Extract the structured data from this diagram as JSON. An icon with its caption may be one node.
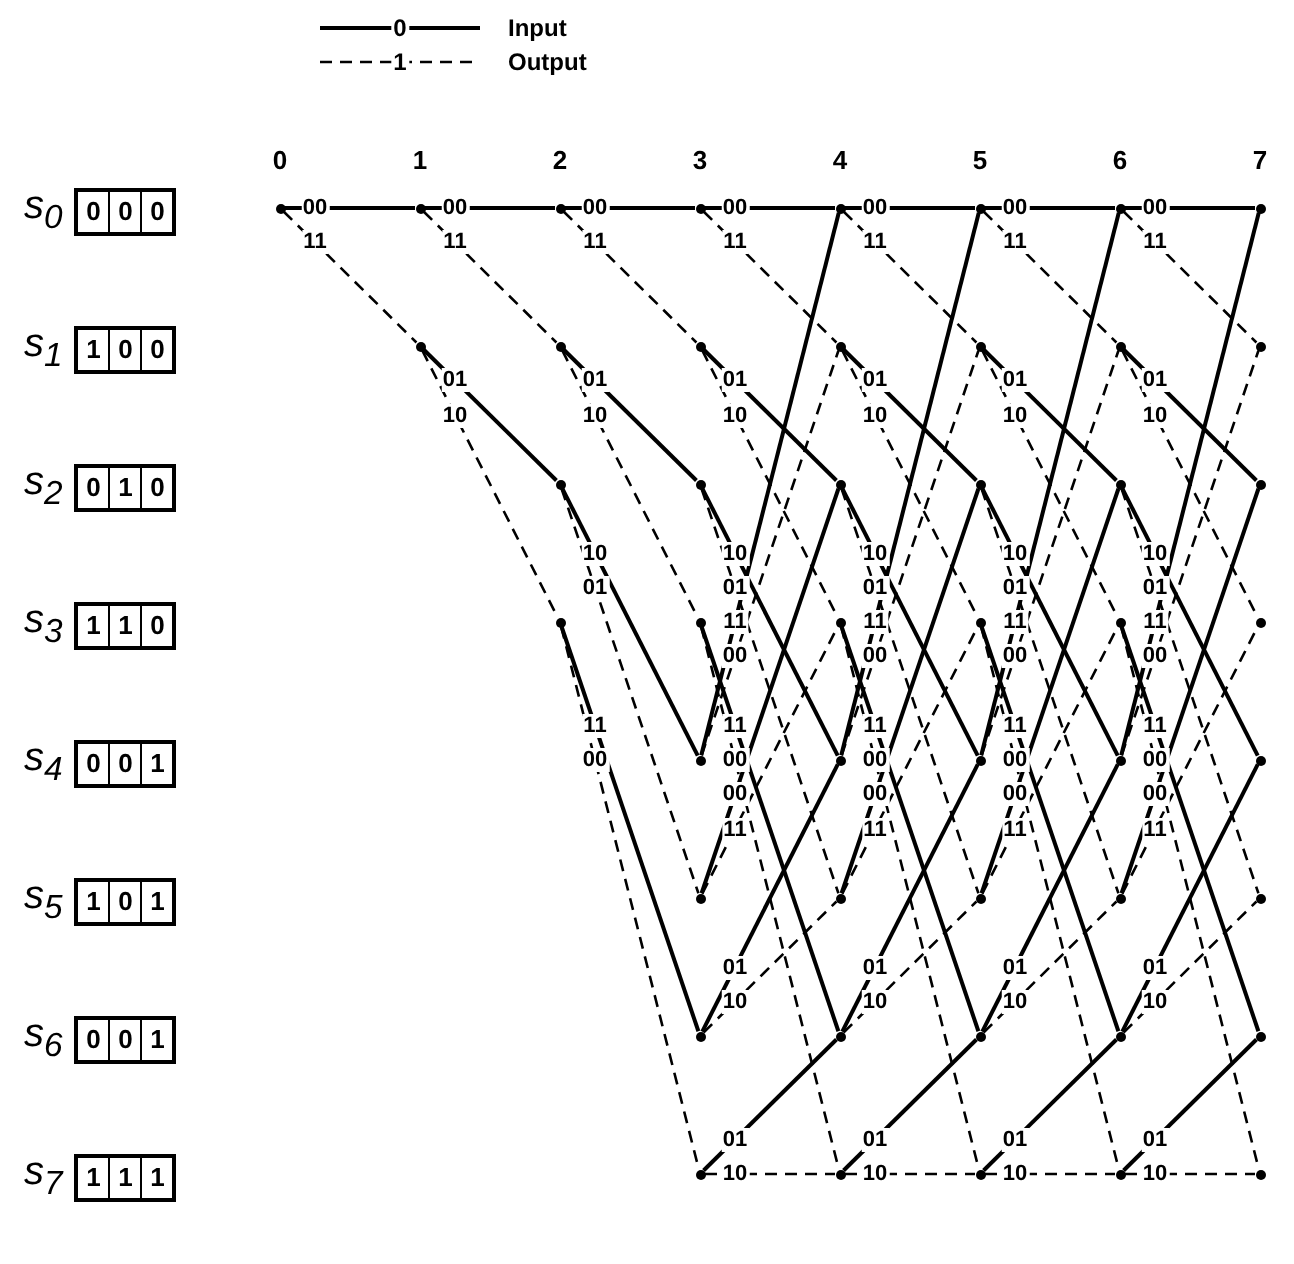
{
  "diagram": {
    "nodes": [
      {
        "text": [
          "s$_{0}$",
          "0",
          "0",
          "0"
        ]
      },
      {
        "text": [
          "s$_{1}$",
          "1",
          "0",
          "0"
        ]
      },
      {
        "text": [
          "s$_{2}$",
          "0",
          "1",
          "0"
        ]
      },
      {
        "text": [
          "s$_{3}$",
          "1",
          "1",
          "0"
        ]
      },
      {
        "text": [
          "s$_{4}$",
          "0",
          "0",
          "1"
        ]
      },
      {
        "text": [
          "s$_{5}$",
          "1",
          "0",
          "1"
        ]
      },
      {
        "text": [
          "s$_{6}$",
          "0",
          "0",
          "1"
        ]
      },
      {
        "text": [
          "s$_{7}$",
          "1",
          "1",
          "1"
        ]
      },
      {
        "text": [],
        "shape": "point"
      },
      {
        "text": [],
        "shape": "point"
      },
      {
        "text": [],
        "shape": "point"
      },
      {
        "text": [],
        "shape": "point"
      },
      {
        "text": [],
        "shape": "point"
      },
      {
        "text": [],
        "shape": "point"
      },
      {
        "text": [],
        "shape": "point"
      },
      {
        "text": [],
        "shape": "point"
      },
      {
        "text": [],
        "shape": "point"
      },
      {
        "text": [],
        "shape": "point"
      },
      {
        "text": [],
        "shape": "point"
      },
      {
        "text": [],
        "shape": "point"
      },
      {
        "text": [],
        "shape": "point"
      },
      {
        "text": [],
        "shape": "point"
      },
      {
        "text": [],
        "shape": "point"
      },
      {
        "text": [],
        "shape": "point"
      },
      {
        "text": [],
        "shape": "point"
      },
      {
        "text": [],
        "shape": "point"
      },
      {
        "text": [],
        "shape": "point"
      },
      {
        "text": [],
        "shape": "point"
      },
      {
        "text": [],
        "shape": "point"
      },
      {
        "text": [],
        "shape": "point"
      },
      {
        "text": [],
        "shape": "point"
      },
      {
        "text": [],
        "shape": "point"
      },
      {
        "text": [],
        "shape": "point"
      },
      {
        "text": [],
        "shape": "point"
      },
      {
        "text": [],
        "shape": "point"
      },
      {
        "text": [],
        "shape": "point"
      },
      {
        "text": [],
        "shape": "point"
      },
      {
        "text": [],
        "shape": "point"
      },
      {
        "text": [],
        "shape": "point"
      },
      {
        "text": [],
        "shape": "point"
      },
      {
        "text": [],
        "shape": "point"
      },
      {
        "text": [],
        "shape": "point"
      },
      {
        "text": [],
        "shape": "point"
      },
      {
        "text": [],
        "shape": "point"
      },
      {
        "text": [],
        "shape": "point"
      },
      {
        "text": [],
        "shape": "point"
      },
      {
        "text": [],
        "shape": "point"
      },
      {
        "text": [],
        "shape": "point"
      },
      {
        "text": [],
        "shape": "point"
      },
      {
        "text": [],
        "shape": "point"
      },
      {
        "text": [],
        "shape": "point"
      },
      {
        "text": [],
        "shape": "point"
      },
      {
        "text": [],
        "shape": "point"
      },
      {
        "text": [],
        "shape": "point"
      },
      {
        "text": [],
        "shape": "point"
      }
    ],
    "edges": [
      {
        "from": 8,
        "to": 9,
        "arrow": "none",
        "label": "00"
      },
      {
        "from": 8,
        "to": 10,
        "arrow": "none",
        "label": "11",
        "style": "dashed"
      },
      {
        "from": 9,
        "to": 11,
        "arrow": "none",
        "label": "00"
      },
      {
        "from": 9,
        "to": 12,
        "arrow": "none",
        "label": "11",
        "style": "dashed"
      },
      {
        "from": 10,
        "to": 13,
        "arrow": "none",
        "label": "01"
      },
      {
        "from": 10,
        "to": 14,
        "arrow": "none",
        "label": "10",
        "style": "dashed"
      },
      {
        "from": 11,
        "to": 15,
        "arrow": "none",
        "label": "00"
      },
      {
        "from": 11,
        "to": 16,
        "arrow": "none",
        "label": "11",
        "style": "dashed"
      },
      {
        "from": 12,
        "to": 17,
        "arrow": "none",
        "label": "01"
      },
      {
        "from": 12,
        "to": 18,
        "arrow": "none",
        "label": "10",
        "style": "dashed"
      },
      {
        "from": 13,
        "to": 19,
        "arrow": "none",
        "label": "10"
      },
      {
        "from": 13,
        "to": 20,
        "arrow": "none",
        "label": "01",
        "style": "dashed"
      },
      {
        "from": 14,
        "to": 21,
        "arrow": "none",
        "label": "11"
      },
      {
        "from": 14,
        "to": 22,
        "arrow": "none",
        "label": "00",
        "style": "dashed"
      },
      {
        "from": 15,
        "to": 23,
        "arrow": "none",
        "label": "00"
      },
      {
        "from": 15,
        "to": 24,
        "arrow": "none",
        "label": "11",
        "style": "dashed"
      },
      {
        "from": 16,
        "to": 25,
        "arrow": "none",
        "label": "01"
      },
      {
        "from": 16,
        "to": 26,
        "arrow": "none",
        "label": "10",
        "style": "dashed"
      },
      {
        "from": 17,
        "to": 27,
        "arrow": "none",
        "label": "10"
      },
      {
        "from": 17,
        "to": 28,
        "arrow": "none",
        "label": "01",
        "style": "dashed"
      },
      {
        "from": 18,
        "to": 29,
        "arrow": "none",
        "label": "11"
      },
      {
        "from": 18,
        "to": 30,
        "arrow": "none",
        "label": "00",
        "style": "dashed"
      },
      {
        "from": 19,
        "to": 23,
        "arrow": "none",
        "label": "11"
      },
      {
        "from": 19,
        "to": 24,
        "arrow": "none",
        "label": "00",
        "style": "dashed"
      },
      {
        "from": 20,
        "to": 25,
        "arrow": "none",
        "label": "00"
      },
      {
        "from": 20,
        "to": 26,
        "arrow": "none",
        "label": "11",
        "style": "dashed"
      },
      {
        "from": 21,
        "to": 27,
        "arrow": "none",
        "label": "01"
      },
      {
        "from": 21,
        "to": 28,
        "arrow": "none",
        "label": "10",
        "style": "dashed"
      },
      {
        "from": 22,
        "to": 29,
        "arrow": "none",
        "label": "01"
      },
      {
        "from": 22,
        "to": 30,
        "arrow": "none",
        "label": "10",
        "style": "dashed"
      },
      {
        "from": 23,
        "to": 31,
        "arrow": "none",
        "label": "00"
      },
      {
        "from": 23,
        "to": 32,
        "arrow": "none",
        "label": "11",
        "style": "dashed"
      },
      {
        "from": 24,
        "to": 33,
        "arrow": "none",
        "label": "01"
      },
      {
        "from": 24,
        "to": 34,
        "arrow": "none",
        "label": "10",
        "style": "dashed"
      },
      {
        "from": 25,
        "to": 35,
        "arrow": "none",
        "label": "10"
      },
      {
        "from": 25,
        "to": 36,
        "arrow": "none",
        "label": "01",
        "style": "dashed"
      },
      {
        "from": 26,
        "to": 37,
        "arrow": "none",
        "label": "11"
      },
      {
        "from": 26,
        "to": 38,
        "arrow": "none",
        "label": "00",
        "style": "dashed"
      },
      {
        "from": 27,
        "to": 31,
        "arrow": "none",
        "label": "11"
      },
      {
        "from": 27,
        "to": 32,
        "arrow": "none",
        "label": "00",
        "style": "dashed"
      },
      {
        "from": 28,
        "to": 33,
        "arrow": "none",
        "label": "00"
      },
      {
        "from": 28,
        "to": 34,
        "arrow": "none",
        "label": "11",
        "style": "dashed"
      },
      {
        "from": 29,
        "to": 35,
        "arrow": "none",
        "label": "01"
      },
      {
        "from": 29,
        "to": 36,
        "arrow": "none",
        "label": "10",
        "style": "dashed"
      },
      {
        "from": 30,
        "to": 37,
        "arrow": "none",
        "label": "01"
      },
      {
        "from": 30,
        "to": 38,
        "arrow": "none",
        "label": "10",
        "style": "dashed"
      },
      {
        "from": 31,
        "to": 39,
        "arrow": "none",
        "label": "00"
      },
      {
        "from": 31,
        "to": 40,
        "arrow": "none",
        "label": "11",
        "style": "dashed"
      },
      {
        "from": 32,
        "to": 41,
        "arrow": "none",
        "label": "01"
      },
      {
        "from": 32,
        "to": 42,
        "arrow": "none",
        "label": "10",
        "style": "dashed"
      },
      {
        "from": 33,
        "to": 43,
        "arrow": "none",
        "label": "10"
      },
      {
        "from": 33,
        "to": 44,
        "arrow": "none",
        "label": "01",
        "style": "dashed"
      },
      {
        "from": 34,
        "to": 45,
        "arrow": "none",
        "label": "11"
      },
      {
        "from": 34,
        "to": 46,
        "arrow": "none",
        "label": "00",
        "style": "dashed"
      },
      {
        "from": 35,
        "to": 39,
        "arrow": "none",
        "label": "11"
      },
      {
        "from": 35,
        "to": 40,
        "arrow": "none",
        "label": "00",
        "style": "dashed"
      },
      {
        "from": 36,
        "to": 41,
        "arrow": "none",
        "label": "00"
      },
      {
        "from": 36,
        "to": 42,
        "arrow": "none",
        "label": "11",
        "style": "dashed"
      },
      {
        "from": 37,
        "to": 43,
        "arrow": "none",
        "label": "01"
      },
      {
        "from": 37,
        "to": 44,
        "arrow": "none",
        "label": "10",
        "style": "dashed"
      },
      {
        "from": 38,
        "to": 45,
        "arrow": "none",
        "label": "01"
      },
      {
        "from": 38,
        "to": 46,
        "arrow": "none",
        "label": "10",
        "style": "dashed"
      },
      {
        "from": 39,
        "to": 47,
        "arrow": "none",
        "label": "00"
      },
      {
        "from": 39,
        "to": 48,
        "arrow": "none",
        "label": "11",
        "style": "dashed"
      },
      {
        "from": 40,
        "to": 49,
        "arrow": "none",
        "label": "01"
      },
      {
        "from": 40,
        "to": 50,
        "arrow": "none",
        "label": "10",
        "style": "dashed"
      },
      {
        "from": 41,
        "to": 51,
        "arrow": "none",
        "label": "10"
      },
      {
        "from": 41,
        "to": 52,
        "arrow": "none",
        "label": "01",
        "style": "dashed"
      },
      {
        "from": 42,
        "to": 53,
        "arrow": "none",
        "label": "11"
      },
      {
        "from": 42,
        "to": 54,
        "arrow": "none",
        "label": "00",
        "style": "dashed"
      },
      {
        "from": 43,
        "to": 47,
        "arrow": "none",
        "label": "11"
      },
      {
        "from": 43,
        "to": 48,
        "arrow": "none",
        "label": "00",
        "style": "dashed"
      },
      {
        "from": 44,
        "to": 49,
        "arrow": "none",
        "label": "00"
      },
      {
        "from": 44,
        "to": 50,
        "arrow": "none",
        "label": "11",
        "style": "dashed"
      },
      {
        "from": 45,
        "to": 51,
        "arrow": "none",
        "label": "01"
      },
      {
        "from": 45,
        "to": 52,
        "arrow": "none",
        "label": "10",
        "style": "dashed"
      },
      {
        "from": 46,
        "to": 53,
        "arrow": "none",
        "label": "01"
      },
      {
        "from": 46,
        "to": 54,
        "arrow": "none",
        "label": "10",
        "style": "dashed"
      }
    ],
    "labels": [
      "Input",
      "Output",
      "0",
      "1",
      "2",
      "3",
      "4",
      "5",
      "6",
      "7"
    ],
    "legend": [
      {
        "text": "0"
      },
      {
        "text": "1"
      }
    ]
  }
}
